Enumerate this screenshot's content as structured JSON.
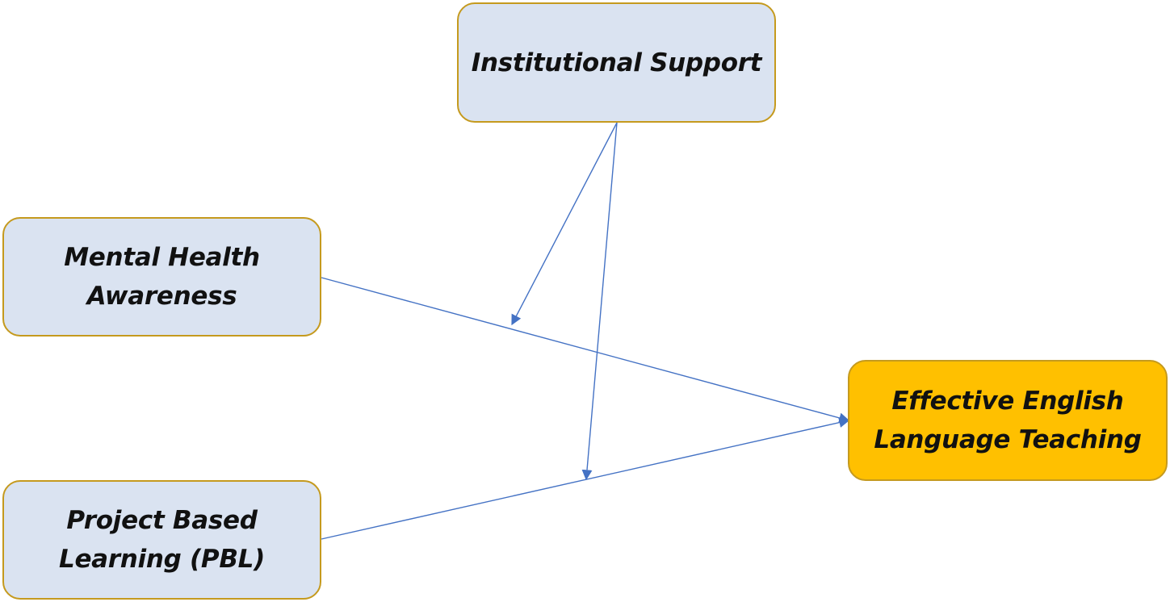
{
  "nodes": {
    "institutional_support": {
      "label": "Institutional Support",
      "role": "moderator"
    },
    "mental_health": {
      "label": "Mental Health\nAwareness",
      "role": "independent"
    },
    "pbl": {
      "label": "Project Based\nLearning (PBL)",
      "role": "independent"
    },
    "effective_teaching": {
      "label": "Effective English\nLanguage Teaching",
      "role": "dependent"
    }
  },
  "edges": [
    {
      "from": "mental_health",
      "to": "effective_teaching",
      "type": "direct"
    },
    {
      "from": "pbl",
      "to": "effective_teaching",
      "type": "direct"
    },
    {
      "from": "institutional_support",
      "to": "mental_health->effective_teaching",
      "type": "moderation"
    },
    {
      "from": "institutional_support",
      "to": "pbl->effective_teaching",
      "type": "moderation"
    }
  ],
  "colors": {
    "box_fill": "#DAE3F1",
    "outcome_fill": "#FFC000",
    "box_border": "#C59A1E",
    "arrow": "#4472C4",
    "text": "#111111"
  }
}
